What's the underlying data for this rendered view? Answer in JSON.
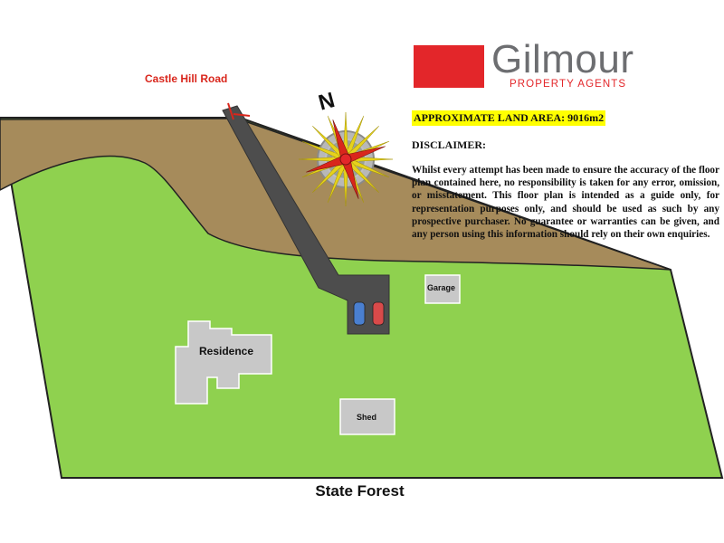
{
  "map": {
    "road_label": "Castle Hill Road",
    "boundary_label": "State Forest",
    "north_label": "N",
    "buildings": {
      "residence": "Residence",
      "garage": "Garage",
      "shed": "Shed"
    },
    "colors": {
      "lawn": "#8fd14f",
      "slope": "#a68b5b",
      "driveway": "#4d4d4d",
      "building": "#c8c8c8",
      "car_blue": "#4a7fd0",
      "car_red": "#d94a4a"
    }
  },
  "brand": {
    "name": "Gilmour",
    "tagline": "PROPERTY AGENTS",
    "color": "#e3262a"
  },
  "info": {
    "land_area": "APPROXIMATE LAND AREA: 9016m2",
    "disclaimer_title": "DISCLAIMER:",
    "disclaimer_text": "Whilst every attempt has been made to ensure the accuracy of the floor plan contained here, no responsibility is taken for any error, omission, or misstatement. This floor plan is intended as a guide only, for representation purposes only, and should be used as such by any prospective purchaser. No guarantee or warranties can be given, and any person using this information should rely on their own enquiries."
  }
}
